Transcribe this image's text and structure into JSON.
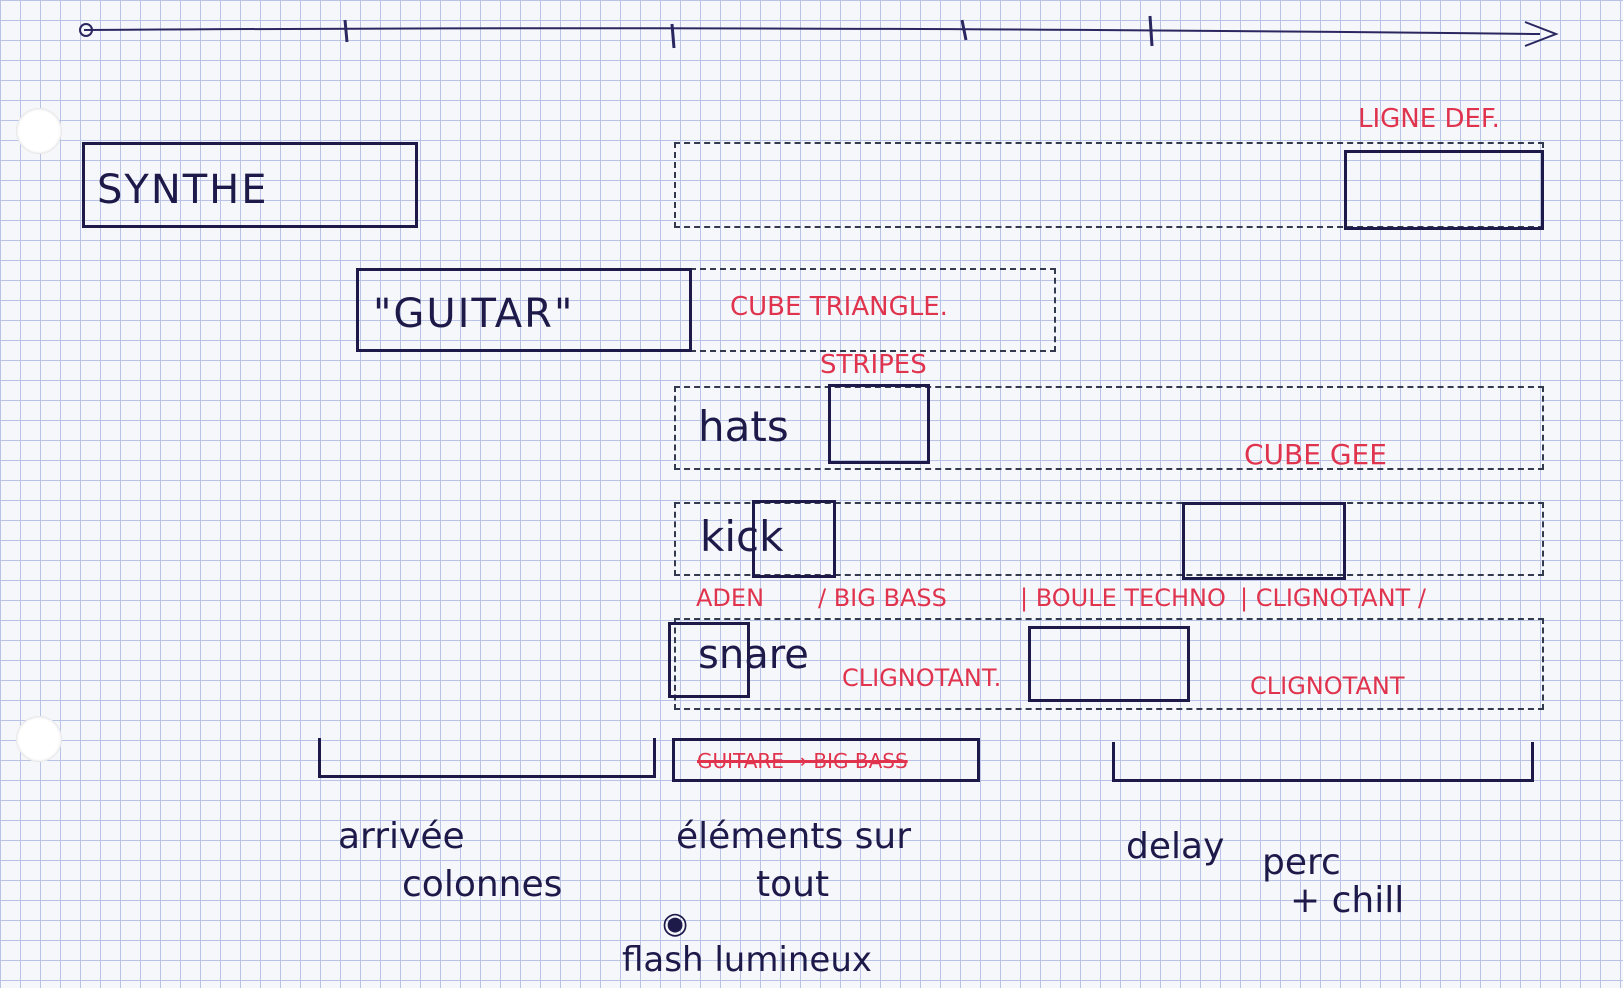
{
  "tracks": {
    "synthe": "SYNTHE",
    "guitar": "\"GUITAR\"",
    "hats": "hats",
    "kick": "kick",
    "snare": "snare"
  },
  "annotations": {
    "ligne_def": "LIGNE DEF.",
    "cube_triangle": "CUBE TRIANGLE.",
    "stripes": "STRIPES",
    "cube_gee": "CUBE GEE",
    "aden": "ADEN",
    "big_bass": "/ BIG BASS",
    "boule_techno": "| BOULE TECHNO",
    "clignotant_bar": "| CLIGNOTANT /",
    "clignotant_1": "CLIGNOTANT.",
    "clignotant_2": "CLIGNOTANT",
    "crossed_out": "GUITARE → BIG BASS"
  },
  "sections": {
    "arrivee": [
      "arrivée",
      "colonnes"
    ],
    "elements": [
      "éléments sur",
      "tout"
    ],
    "delay": [
      "delay",
      "perc",
      "+ chill"
    ],
    "flash": "flash lumineux"
  },
  "colors": {
    "ink": "#1d1a4a",
    "red_pen": "#e0344e",
    "grid": "#b9c3e6",
    "paper": "#f6f7fb"
  }
}
